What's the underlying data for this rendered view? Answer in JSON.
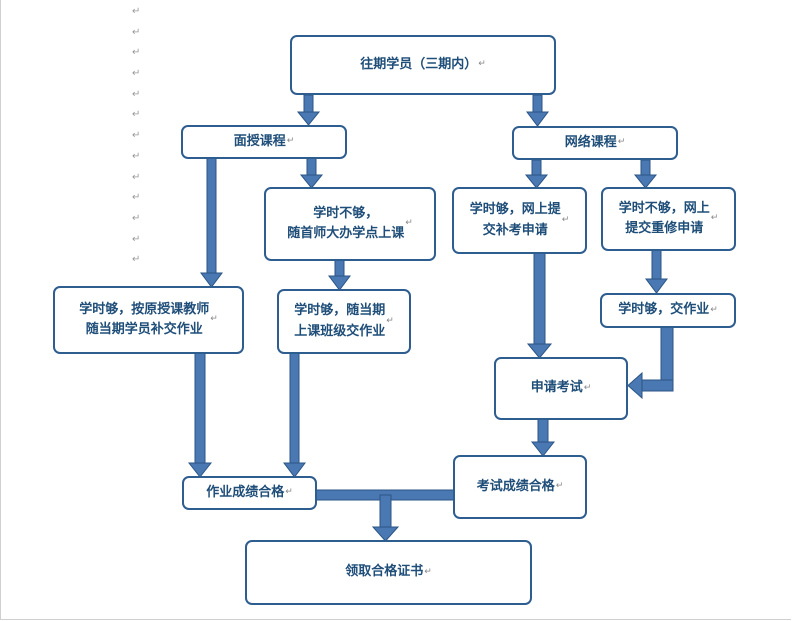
{
  "paragraph_marks": [
    "↵",
    "↵",
    "↵",
    "↵",
    "↵",
    "↵",
    "↵",
    "↵",
    "↵",
    "↵",
    "↵",
    "↵",
    "↵"
  ],
  "return_mark": "↵",
  "nodes": {
    "past_students": "往期学员（三期内）",
    "face_course": "面授课程",
    "online_course": "网络课程",
    "insufficient_hours_follow": "学时不够，\n随首师大办学点上课",
    "enough_hours_online_makeup": "学时够，网上提\n交补考申请",
    "insufficient_hours_online_retake": "学时不够，网上\n提交重修申请",
    "enough_hours_original_teacher": "学时够，按原授课教师\n随当期学员补交作业",
    "enough_hours_current_class": "学时够，随当期\n上课班级交作业",
    "enough_hours_submit_homework": "学时够，交作业",
    "apply_exam": "申请考试",
    "exam_passed": "考试成绩合格",
    "homework_passed": "作业成绩合格",
    "get_certificate": "领取合格证书"
  },
  "colors": {
    "box_border": "#2e5d8f",
    "arrow_fill": "#4a78b3",
    "arrow_stroke": "#2b5585",
    "text": "#1f4e79"
  }
}
